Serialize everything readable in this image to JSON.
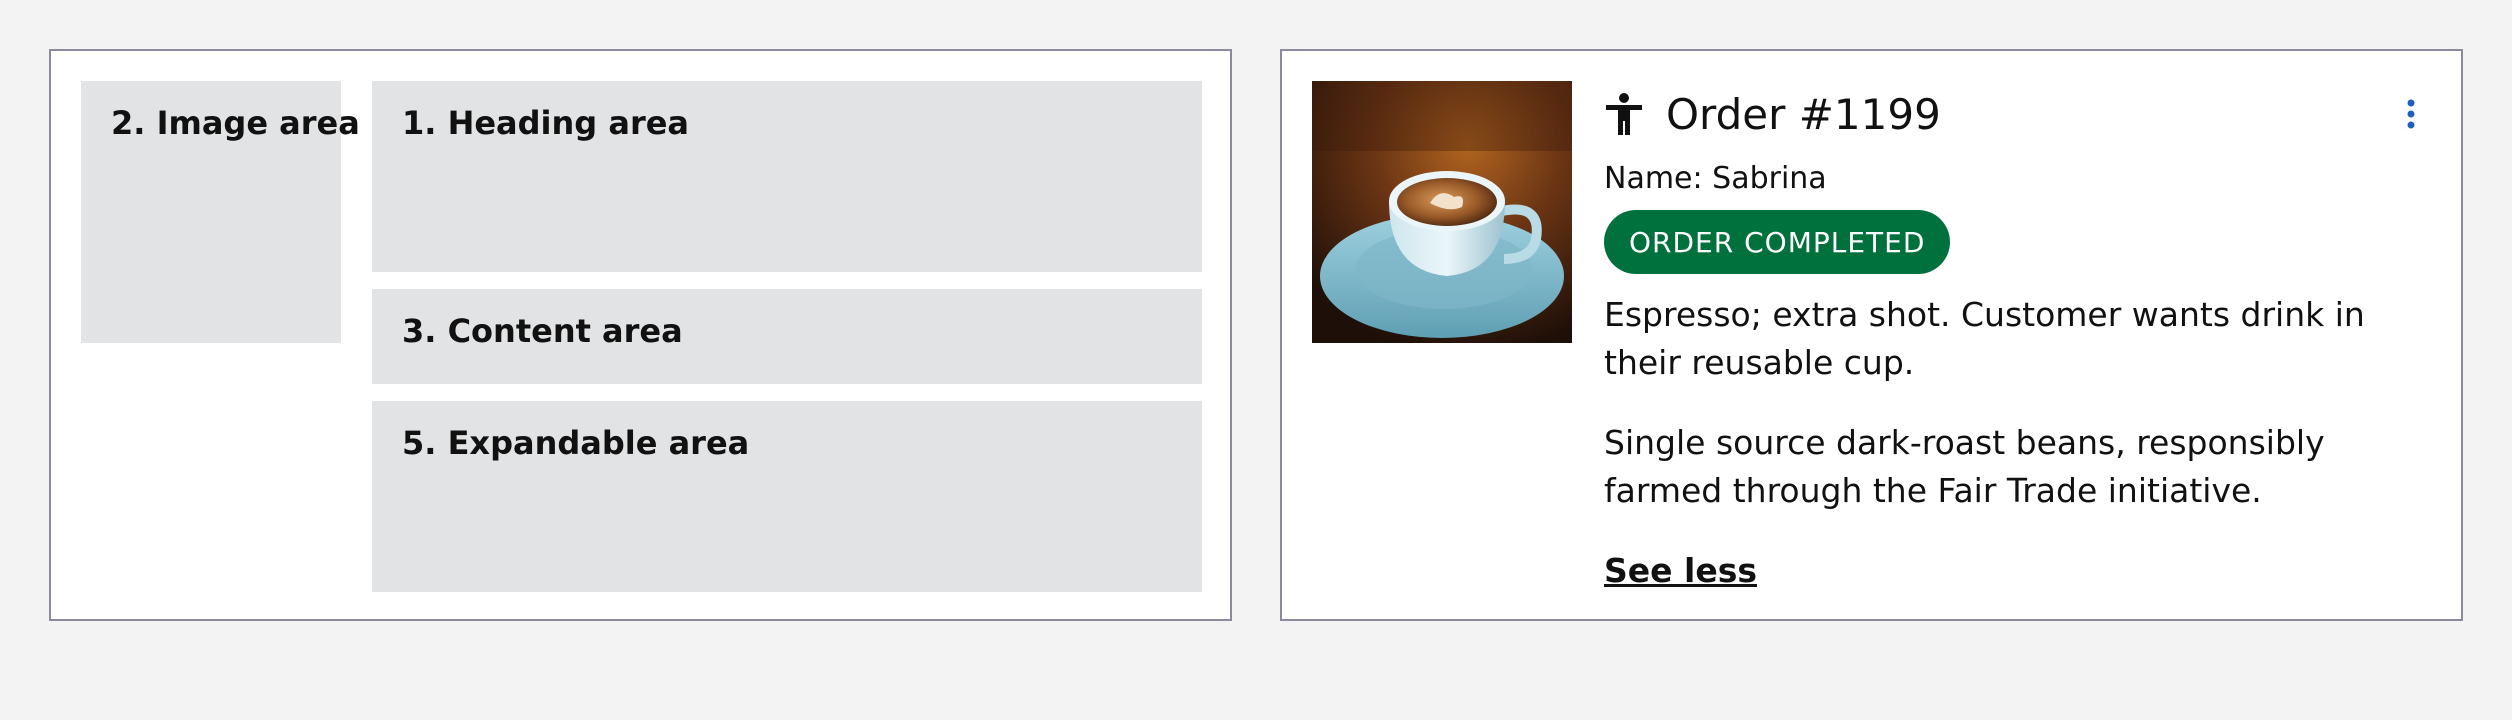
{
  "diagram": {
    "image_area": "2. Image area",
    "heading_area": "1. Heading area",
    "content_area": "3. Content area",
    "expandable_area": "5. Expandable area"
  },
  "order": {
    "title": "Order #1199",
    "name": "Name: Sabrina",
    "status": "ORDER COMPLETED",
    "description": "Espresso; extra shot. Customer wants drink in their reusable cup.",
    "details": "Single source dark-roast beans, responsibly farmed through the Fair Trade initiative.",
    "toggle_label": "See less",
    "header_icon": "accessibility-icon",
    "menu_icon": "more-vertical-icon",
    "image_subject": "espresso cup on saucer"
  },
  "colors": {
    "status_badge": "#00703c",
    "menu_icon": "#1f5fbf",
    "area_fill": "#e2e3e5"
  }
}
